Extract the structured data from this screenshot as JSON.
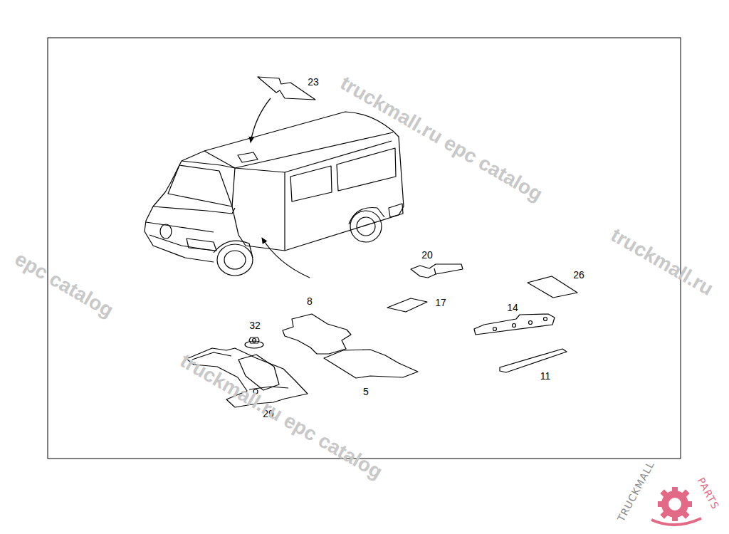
{
  "diagram": {
    "labels": [
      "23",
      "20",
      "26",
      "17",
      "14",
      "8",
      "32",
      "11",
      "5",
      "29",
      "truckmall.ru epc catalog",
      "truckmall.ru epc catalog",
      "truckmall.ru",
      "epc catalog",
      "TRUCKMALL",
      "PARTS"
    ]
  }
}
